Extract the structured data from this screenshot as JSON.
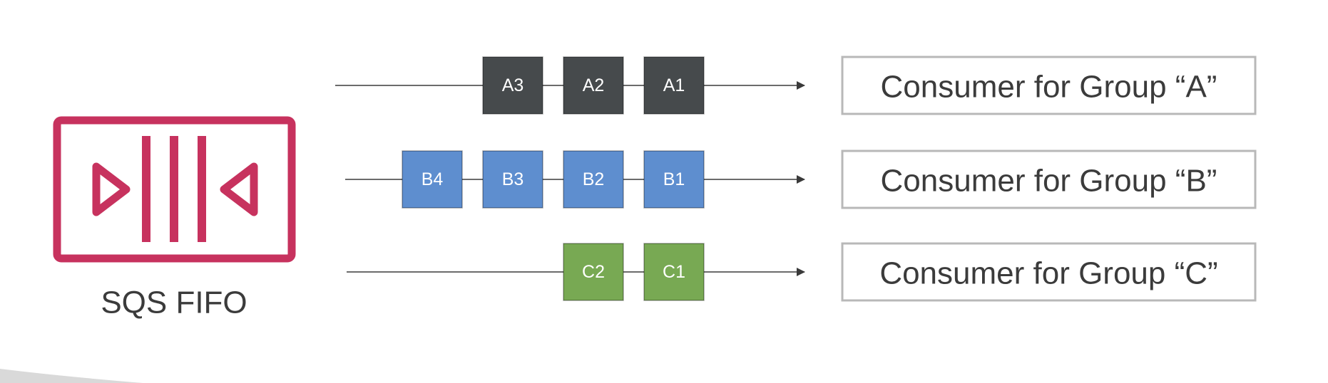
{
  "queue": {
    "label": "SQS FIFO",
    "icon": "sqs-fifo-queue-icon",
    "icon_color": "#C7325E"
  },
  "colors": {
    "group_A": "#464A4C",
    "group_B": "#5E8ECF",
    "group_C": "#78A953",
    "line": "#3A3A3A",
    "consumer_border": "#B8B8B8",
    "text": "#3B3B3B"
  },
  "lanes": [
    {
      "group": "A",
      "messages": [
        "A3",
        "A2",
        "A1"
      ],
      "consumer": "Consumer for Group “A”"
    },
    {
      "group": "B",
      "messages": [
        "B4",
        "B3",
        "B2",
        "B1"
      ],
      "consumer": "Consumer for Group “B”"
    },
    {
      "group": "C",
      "messages": [
        "C2",
        "C1"
      ],
      "consumer": "Consumer for Group “C”"
    }
  ]
}
